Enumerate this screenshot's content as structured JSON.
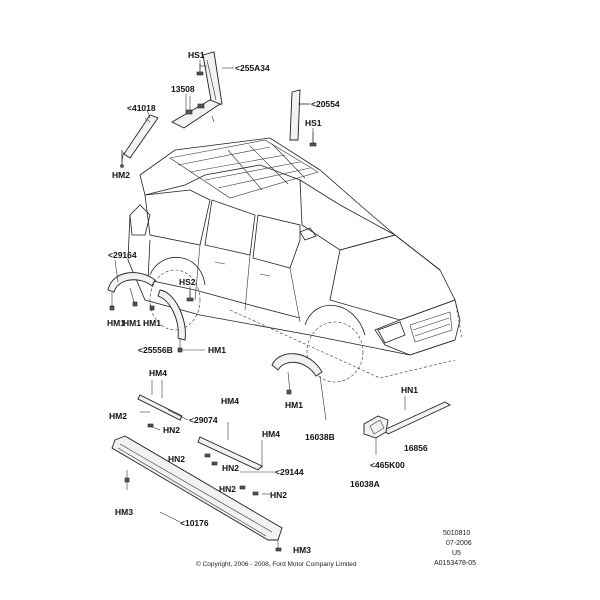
{
  "labels": {
    "hs1_top": "HS1",
    "p255a34": "<255A34",
    "p13508": "13508",
    "p41018": "<41018",
    "p20554": "<20554",
    "hs1_right": "HS1",
    "hm2_top": "HM2",
    "p29164": "<29164",
    "hs2": "HS2",
    "hm1_a": "HM1",
    "hm1_b": "HM1",
    "hm1_c": "HM1",
    "p25556b": "<25556B",
    "hm1_d": "HM1",
    "hm4_a": "HM4",
    "hm2_mid": "HM2",
    "p29074": "<29074",
    "hn2_a": "HN2",
    "hm1_e": "HM1",
    "p16038b": "16038B",
    "hm4_b": "HM4",
    "hm4_c": "HM4",
    "hn2_b": "HN2",
    "hn2_c": "HN2",
    "p29144": "<29144",
    "hn2_d": "HN2",
    "hn2_e": "HN2",
    "hm3_a": "HM3",
    "p10176": "<10176",
    "hm3_b": "HM3",
    "hn1": "HN1",
    "p16856": "16856",
    "p465k00": "<465K00",
    "p16038a": "16038A"
  },
  "meta": {
    "line1": "5010810",
    "line2": "07-2006",
    "line3": "U5",
    "line4": "A0153478-05"
  },
  "copyright": "© Copyright, 2006 - 2008, Ford Motor Company Limited"
}
